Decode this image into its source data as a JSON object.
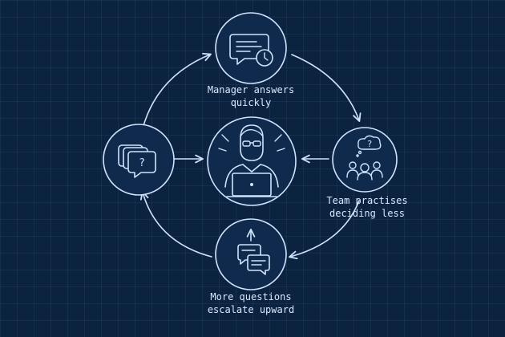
{
  "nodes": {
    "top": {
      "label": "Manager answers\nquickly",
      "icon": "chat-clock-icon"
    },
    "right": {
      "label": "Team practises\ndeciding less",
      "icon": "team-thinking-icon",
      "glyph": "?"
    },
    "bottom": {
      "label": "More questions\nescalate upward",
      "icon": "escalate-chat-icon"
    },
    "left": {
      "label": "",
      "icon": "question-cards-icon",
      "glyph": "?"
    },
    "center": {
      "label": "",
      "icon": "manager-laptop-icon"
    }
  },
  "colors": {
    "background": "#0c2340",
    "line": "#cfe3ff",
    "text": "#d8e8ff"
  }
}
